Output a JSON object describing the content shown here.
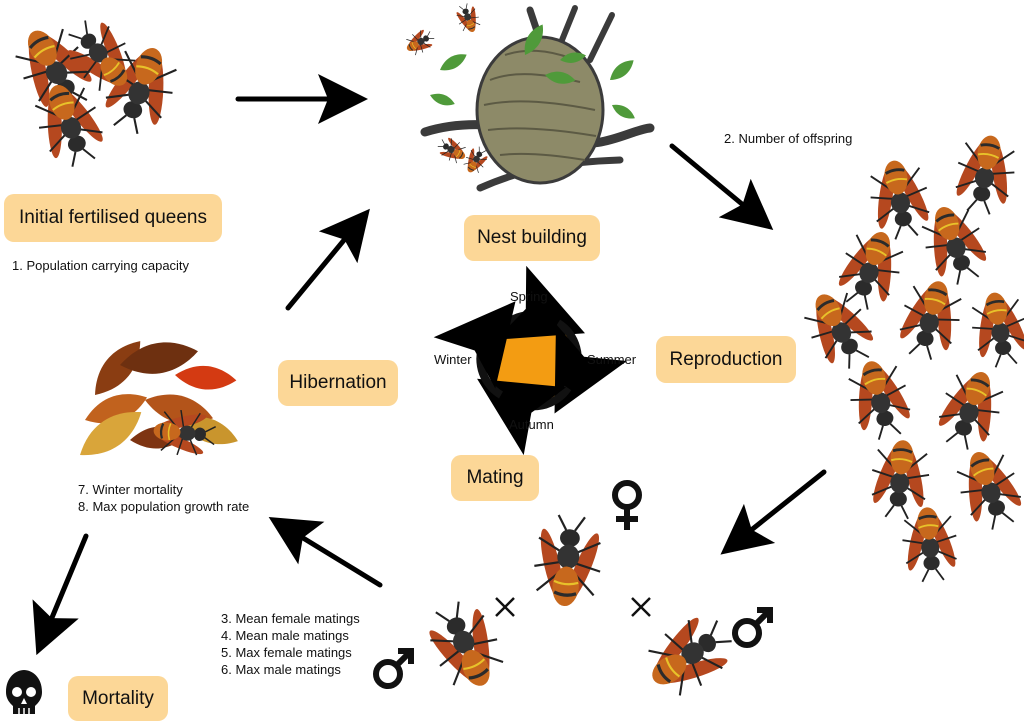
{
  "stages": {
    "queens": "Initial fertilised queens",
    "nest": "Nest building",
    "reproduction": "Reproduction",
    "hibernation": "Hibernation",
    "mating": "Mating",
    "mortality": "Mortality"
  },
  "seasons": {
    "spring": "Spring",
    "summer": "Summer",
    "autumn": "Autumn",
    "winter": "Winter"
  },
  "parameters": {
    "p1": "1. Population carrying capacity",
    "p2": "2. Number of offspring",
    "p3": "3. Mean female matings",
    "p4": "4. Mean male matings",
    "p5": "5. Max female matings",
    "p6": "6. Max male matings",
    "p7": "7. Winter mortality",
    "p8": "8. Max population growth rate"
  },
  "symbols": {
    "female": "♀",
    "male": "♂",
    "cross": "×"
  },
  "colors": {
    "label_fill": "#fcd797",
    "season_disc": "#f39c12",
    "hornet_body": "#2b2b2b",
    "hornet_abdomen": "#c7681d",
    "hornet_wing": "#b5481f",
    "nest": "#8d8a68"
  },
  "icons": [
    "skull-icon",
    "female-symbol-icon",
    "male-symbol-icon",
    "cross-icon"
  ]
}
